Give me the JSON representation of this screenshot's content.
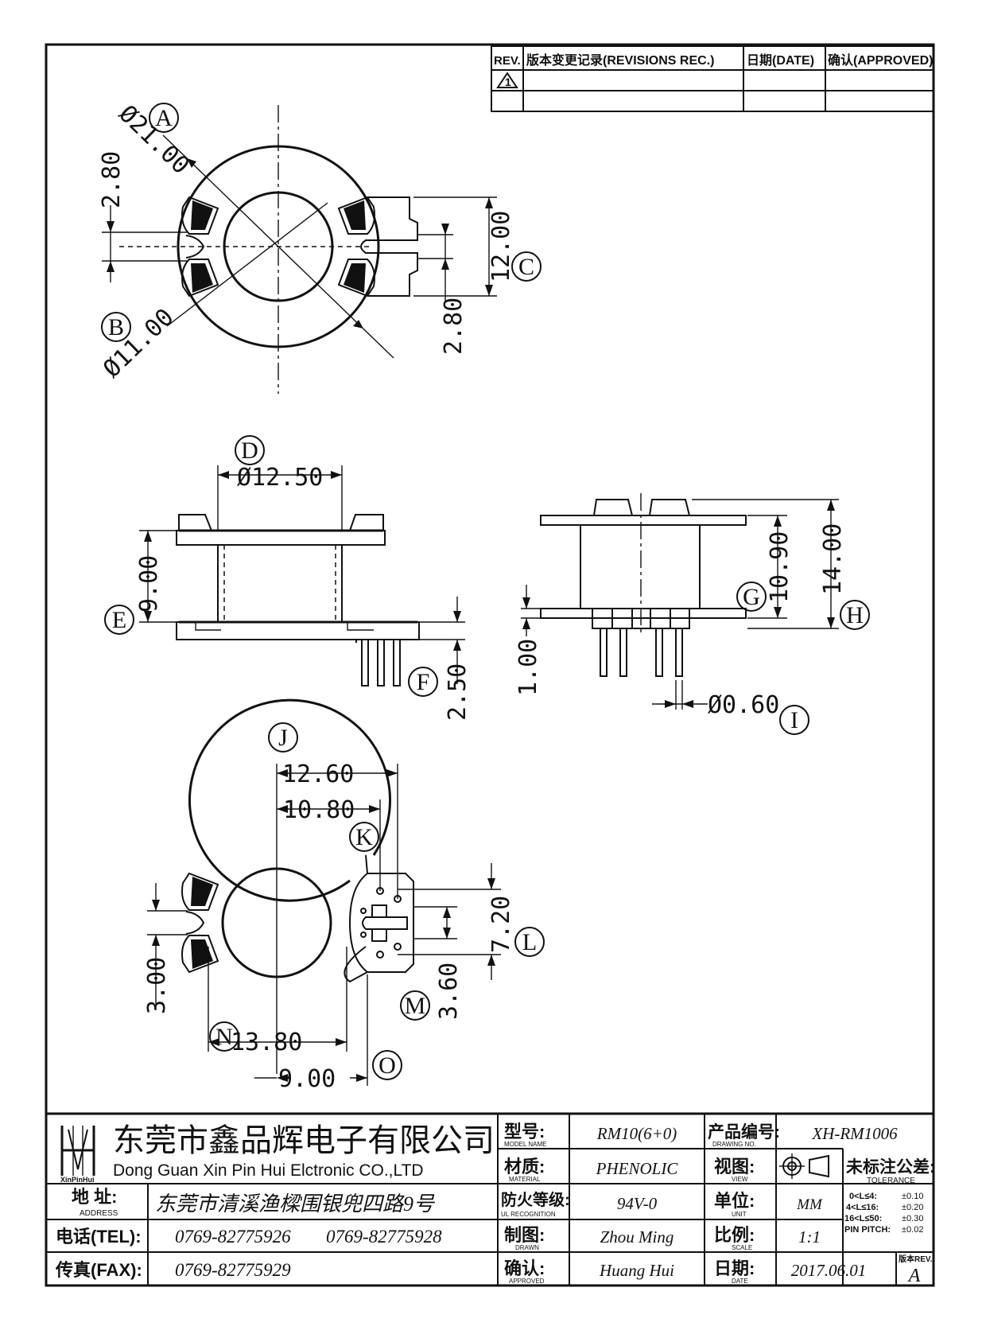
{
  "revisions": {
    "headers": [
      "REV.",
      "版本变更记录(REVISIONS REC.)",
      "日期(DATE)",
      "确认(APPROVED)"
    ],
    "rev_symbol": "1"
  },
  "dimensions": {
    "dia21": "Ø21.00",
    "dia11": "Ø11.00",
    "h280a": "2.80",
    "h1200": "12.00",
    "h280b": "2.80",
    "dia1250": "Ø12.50",
    "h900": "9.00",
    "h250": "2.50",
    "h1090": "10.90",
    "h1400": "14.00",
    "h100": "1.00",
    "dia060": "Ø0.60",
    "w1260": "12.60",
    "w1080": "10.80",
    "h720": "7.20",
    "h360": "3.60",
    "h300": "3.00",
    "w1380": "13.80",
    "w900": "9.00"
  },
  "markers": [
    "A",
    "B",
    "C",
    "D",
    "E",
    "F",
    "G",
    "H",
    "I",
    "J",
    "K",
    "L",
    "M",
    "N",
    "O"
  ],
  "title_block": {
    "company_cn": "东莞市鑫品辉电子有限公司",
    "company_en": "Dong Guan Xin Pin Hui Elctronic CO.,LTD",
    "logo_text": "XinPinHui",
    "address_label": "地 址:",
    "address_label_en": "ADDRESS",
    "address": "东莞市清溪渔樑围银兜四路9号",
    "tel_label": "电话(TEL):",
    "tel1": "0769-82775926",
    "tel2": "0769-82775928",
    "fax_label": "传真(FAX):",
    "fax": "0769-82775929",
    "model_label": "型号:",
    "model_label_en": "MODEL NAME",
    "model": "RM10(6+0)",
    "material_label": "材质:",
    "material_label_en": "MATERIAL",
    "material": "PHENOLIC",
    "fire_label": "防火等级:",
    "fire_label_en": "UL RECOGNITION",
    "fire": "94V-0",
    "drawn_label": "制图:",
    "drawn_label_en": "DRAWN",
    "drawn": "Zhou Ming",
    "approved_label": "确认:",
    "approved_label_en": "APPROVED",
    "approved": "Huang Hui",
    "drawing_no_label": "产品编号:",
    "drawing_no_label_en": "DRAWING NO.",
    "drawing_no": "XH-RM1006",
    "view_label": "视图:",
    "view_label_en": "VIEW",
    "unit_label": "单位:",
    "unit_label_en": "UNIT",
    "unit": "MM",
    "scale_label": "比例:",
    "scale_label_en": "SCALE",
    "scale": "1:1",
    "date_label": "日期:",
    "date_label_en": "DATE",
    "date": "2017.06.01",
    "tolerance_title": "未标注公差:",
    "tolerance_en": "TOLERANCE",
    "tolerances": [
      {
        "range": "0<L≤4:",
        "value": "±0.10"
      },
      {
        "range": "4<L≤16:",
        "value": "±0.20"
      },
      {
        "range": "16<L≤50:",
        "value": "±0.30"
      },
      {
        "range": "PIN PITCH:",
        "value": "±0.02"
      }
    ],
    "rev_label": "版本REV.",
    "rev_value": "A"
  }
}
